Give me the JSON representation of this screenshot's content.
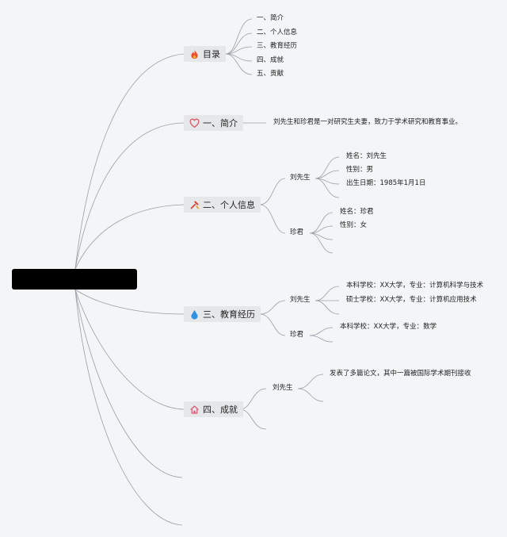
{
  "root": {
    "label": ""
  },
  "branches": {
    "toc": {
      "label": "目录",
      "icon": "fire-icon",
      "items": [
        "一、简介",
        "二、个人信息",
        "三、教育经历",
        "四、成就",
        "五、贡献"
      ]
    },
    "intro": {
      "label": "一、简介",
      "icon": "heart-outline-icon",
      "text": "刘先生和珍君是一对研究生夫妻，致力于学术研究和教育事业。"
    },
    "personal": {
      "label": "二、个人信息",
      "icon": "tools-icon",
      "liu": {
        "name": "刘先生",
        "items": [
          "姓名：刘先生",
          "性别：男",
          "出生日期：1985年1月1日"
        ]
      },
      "zhen": {
        "name": "珍君",
        "items": [
          "姓名：珍君",
          "性别：女"
        ]
      }
    },
    "education": {
      "label": "三、教育经历",
      "icon": "water-drop-icon",
      "liu": {
        "name": "刘先生",
        "items": [
          "本科学校：XX大学，专业：计算机科学与技术",
          "硕士学校：XX大学，专业：计算机应用技术"
        ]
      },
      "zhen": {
        "name": "珍君",
        "items": [
          "本科学校：XX大学，专业：数学"
        ]
      }
    },
    "achievements": {
      "label": "四、成就",
      "icon": "home-icon",
      "liu": {
        "name": "刘先生",
        "items": [
          "发表了多篇论文，其中一篇被国际学术期刊接收"
        ]
      }
    }
  },
  "colors": {
    "background": "#f3f5f7",
    "node_fill": "#e6e7e9",
    "line": "#9a9fa6",
    "fire": "#e8502f",
    "heart": "#e0535e",
    "tools": "#d9362b",
    "drop": "#2f8fe0",
    "home": "#d94d6a"
  }
}
